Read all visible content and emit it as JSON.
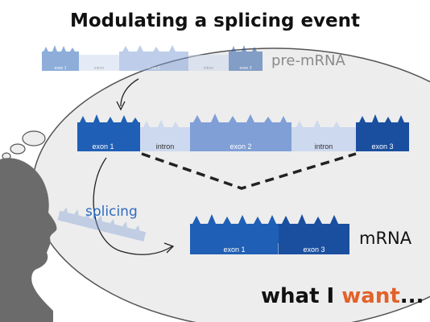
{
  "title": "Modulating a splicing event",
  "pre_mrna_label": "pre-mRNA",
  "mrna_label": "mRNA",
  "splicing_label": "splicing",
  "tagline": {
    "prefix": "what I ",
    "highlight": "want",
    "suffix": "..."
  },
  "segments": {
    "exon1": "exon 1",
    "intron": "intron",
    "exon2": "exon 2",
    "exon3": "exon 3"
  },
  "colors": {
    "exon1": "#1f5fb5",
    "intron": "#cdd9ee",
    "exon2": "#7f9fd6",
    "exon3": "#1a4fa0",
    "title_text": "#111111",
    "label_grey": "#8a8a8a",
    "splicing_text": "#2d6bbd",
    "highlight": "#e2622a",
    "silhouette": "#6b6b6b",
    "bubble_fill": "#ededed",
    "bubble_stroke": "#555555"
  }
}
